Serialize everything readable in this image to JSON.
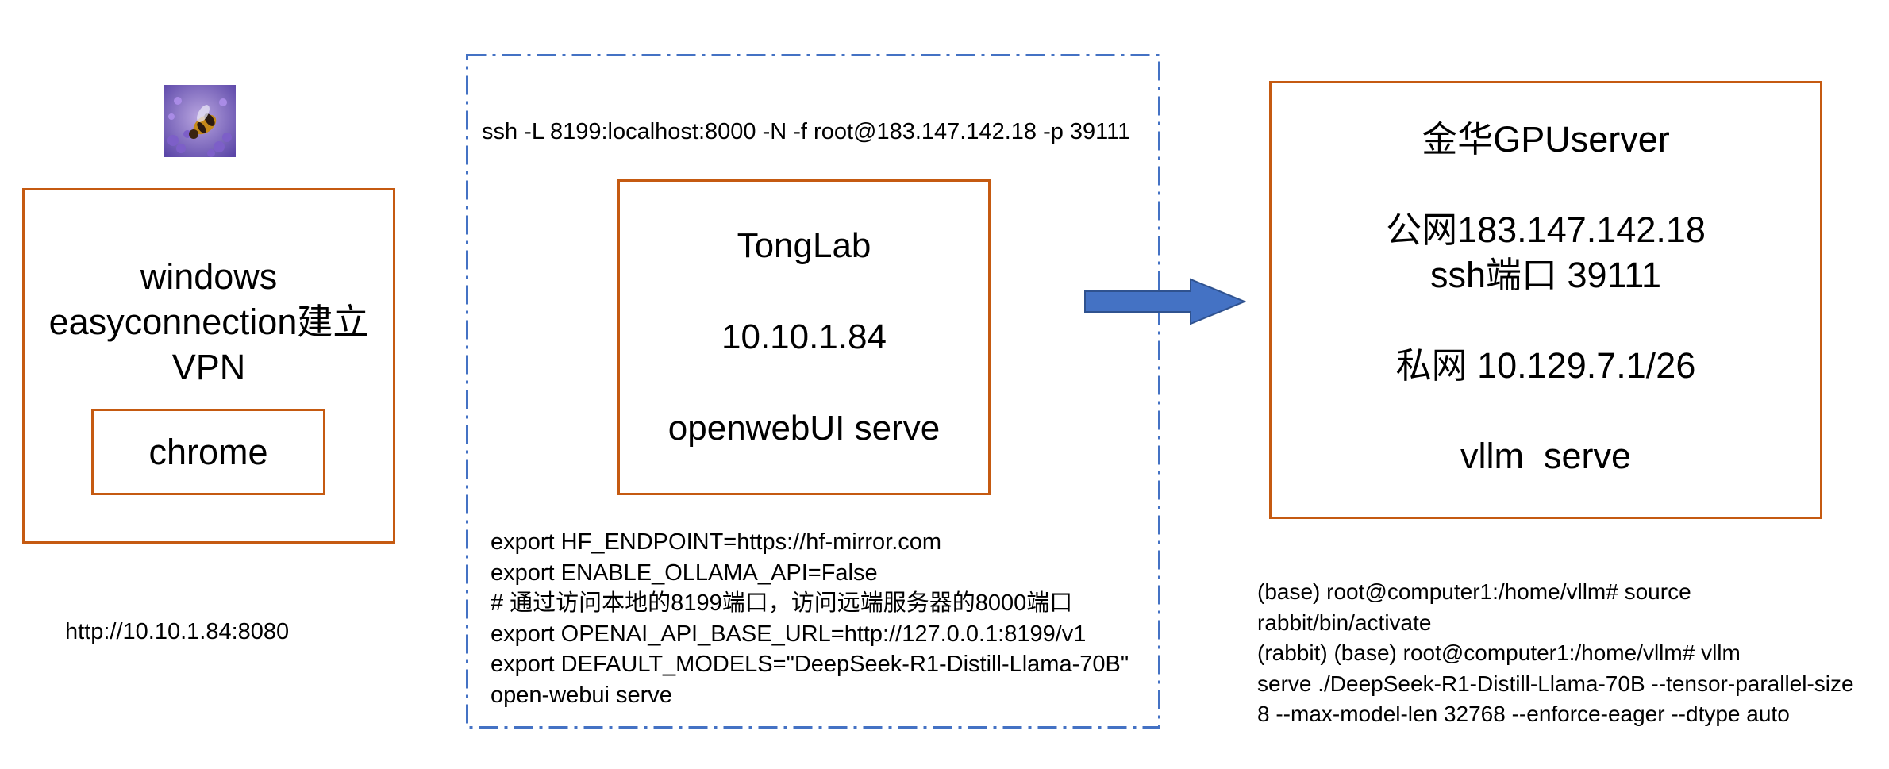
{
  "colors": {
    "box_border": "#c55a11",
    "dashed_frame": "#4472c4",
    "arrow_fill": "#4472c4",
    "arrow_stroke": "#2f528f"
  },
  "client": {
    "avatar_icon": "bee-on-lavender-avatar-icon",
    "title_lines": [
      "windows",
      "easyconnection建立",
      "VPN"
    ],
    "browser_label": "chrome",
    "url": "http://10.10.1.84:8080"
  },
  "tunnel": {
    "ssh_command": "ssh -L 8199:localhost:8000 -N -f root@183.147.142.18 -p 39111",
    "host_name": "TongLab",
    "host_ip": "10.10.1.84",
    "host_service": "openwebUI serve",
    "env_lines": [
      "export HF_ENDPOINT=https://hf-mirror.com",
      "export ENABLE_OLLAMA_API=False",
      "# 通过访问本地的8199端口，访问远端服务器的8000端口",
      "export OPENAI_API_BASE_URL=http://127.0.0.1:8199/v1",
      "export DEFAULT_MODELS=\"DeepSeek-R1-Distill-Llama-70B\"",
      "open-webui serve"
    ]
  },
  "arrow_icon": "right-arrow-icon",
  "server": {
    "name": "金华GPUserver",
    "public_ip": "公网183.147.142.18",
    "ssh_port": "ssh端口 39111",
    "private_net": "私网 10.129.7.1/26",
    "service": "vllm  serve",
    "command_lines": [
      "(base) root@computer1:/home/vllm# source",
      "rabbit/bin/activate",
      "(rabbit) (base) root@computer1:/home/vllm# vllm",
      "serve ./DeepSeek-R1-Distill-Llama-70B --tensor-parallel-size",
      "8 --max-model-len 32768 --enforce-eager --dtype auto"
    ]
  }
}
